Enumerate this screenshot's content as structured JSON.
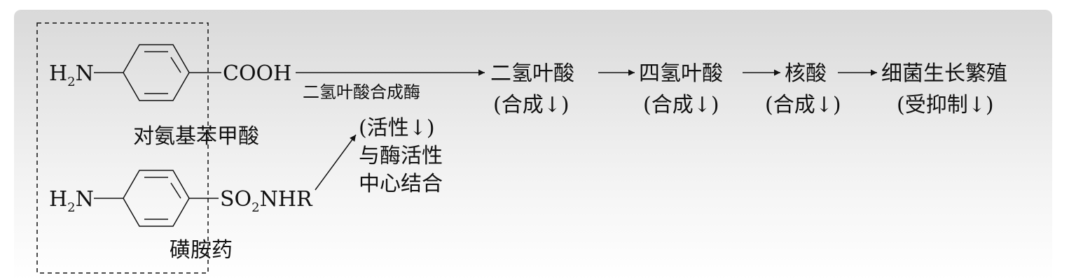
{
  "molecule_top": {
    "amine_h": "H",
    "amine_sub": "2",
    "amine_n": "N",
    "group": "COOH",
    "name": "对氨基苯甲酸"
  },
  "molecule_bottom": {
    "amine_h": "H",
    "amine_sub": "2",
    "amine_n": "N",
    "group_pre": "SO",
    "group_sub": "2",
    "group_post": "NHR",
    "name": "磺胺药"
  },
  "enzyme_label": "二氢叶酸合成酶",
  "inhibition": {
    "line1": "(活性↓)",
    "line2": "与酶活性",
    "line3": "中心结合"
  },
  "pathway": [
    {
      "name": "二氢叶酸",
      "note": "(合成↓)"
    },
    {
      "name": "四氢叶酸",
      "note": "(合成↓)"
    },
    {
      "name": "核酸",
      "note": "(合成↓)"
    },
    {
      "name": "细菌生长繁殖",
      "note": "(受抑制↓)"
    }
  ],
  "colors": {
    "ink": "#111111",
    "panel_top": "#d9d9d9",
    "panel_bottom": "#ffffff"
  }
}
